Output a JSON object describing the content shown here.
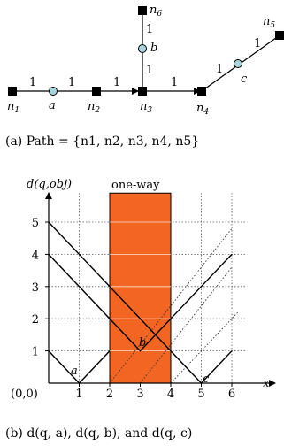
{
  "graph": {
    "nodes": {
      "n1": {
        "base": "n",
        "sub": "1"
      },
      "n2": {
        "base": "n",
        "sub": "2"
      },
      "n3": {
        "base": "n",
        "sub": "3"
      },
      "n4": {
        "base": "n",
        "sub": "4"
      },
      "n5": {
        "base": "n",
        "sub": "5"
      },
      "n6": {
        "base": "n",
        "sub": "6"
      }
    },
    "objects": {
      "a": "a",
      "b": "b",
      "c": "c"
    },
    "weights": {
      "n1_a": "1",
      "a_n2": "1",
      "n2_n3": "1",
      "n3_n4": "1",
      "n4_c": "1",
      "c_n5": "1",
      "n3_b": "1",
      "b_n6": "1"
    },
    "caption": "(a) Path = {n1, n2, n3, n4, n5}"
  },
  "plot": {
    "ylabel": "d(q,obj)",
    "xlabel": "x",
    "origin": "(0,0)",
    "region_label": "one-way",
    "point_labels": {
      "a": "a",
      "b": "b",
      "c": "c"
    },
    "x_ticks": [
      "1",
      "2",
      "3",
      "4",
      "5",
      "6"
    ],
    "y_ticks": [
      "1",
      "2",
      "3",
      "4",
      "5"
    ],
    "caption": "(b) d(q, a), d(q, b), and d(q, c)"
  },
  "chart_data": {
    "type": "line",
    "xlim": [
      0,
      6.5
    ],
    "ylim": [
      0,
      5.9
    ],
    "grid": true,
    "region": {
      "x": [
        2,
        4
      ],
      "color": "#f26522"
    },
    "series": [
      {
        "points": [
          [
            0,
            1
          ],
          [
            1,
            0
          ],
          [
            2,
            1
          ]
        ]
      },
      {
        "points": [
          [
            0,
            5
          ],
          [
            3,
            2
          ],
          [
            4,
            1
          ],
          [
            5,
            0
          ],
          [
            6,
            1
          ]
        ]
      },
      {
        "points": [
          [
            0,
            4
          ],
          [
            3,
            1
          ],
          [
            4,
            2
          ],
          [
            6,
            4
          ]
        ]
      }
    ]
  }
}
